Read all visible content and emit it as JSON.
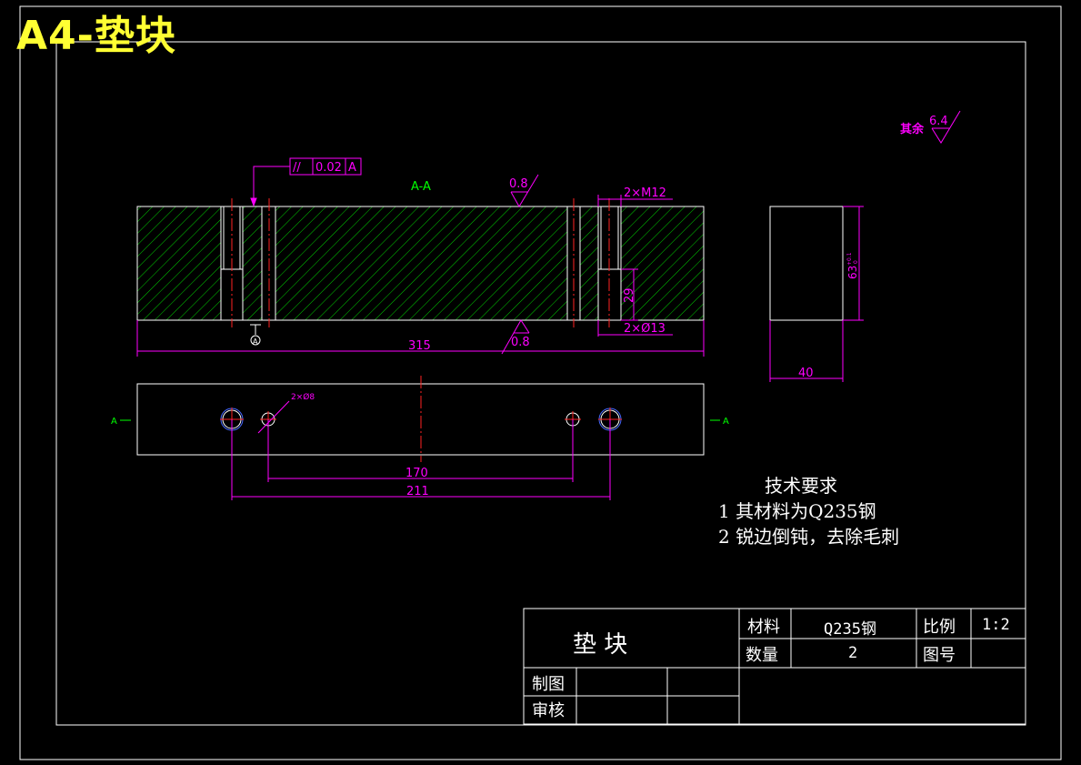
{
  "badge": {
    "title": "A4-垫块"
  },
  "views": {
    "section_label": "A-A",
    "section_mark_left": "A",
    "section_mark_right": "A",
    "surface_finish_top": "0.8",
    "surface_finish_bottom": "0.8",
    "surface_finish_rest_label": "其余",
    "surface_finish_rest_value": "6.4",
    "tolerance": {
      "symbol": "//",
      "value": "0.02",
      "datum": "A"
    },
    "dim_length": "315",
    "dim_thread": "2×M12",
    "dim_depth": "29",
    "dim_counterbore": "2×Ø13",
    "dim_height": "63",
    "dim_height_tol_upper": "+0.1",
    "dim_height_tol_lower": "0",
    "dim_width": "40",
    "dim_small_holes": "2×Ø8",
    "dim_170": "170",
    "dim_211": "211"
  },
  "requirements": {
    "heading": "技术要求",
    "items": [
      "1 其材料为Q235钢",
      "2 锐边倒钝，去除毛刺"
    ]
  },
  "title_block": {
    "part_name": "垫   块",
    "material_label": "材料",
    "material_value": "Q235钢",
    "scale_label": "比例",
    "scale_value": "1:2",
    "quantity_label": "数量",
    "quantity_value": "2",
    "drawing_no_label": "图号",
    "drawn_label": "制图",
    "checked_label": "审核"
  },
  "colors": {
    "background": "#000000",
    "outline": "#ffffff",
    "dimension": "#ff00ff",
    "hatch": "#00ff00",
    "centerline": "#ff0000",
    "badge": "#ffff33"
  }
}
